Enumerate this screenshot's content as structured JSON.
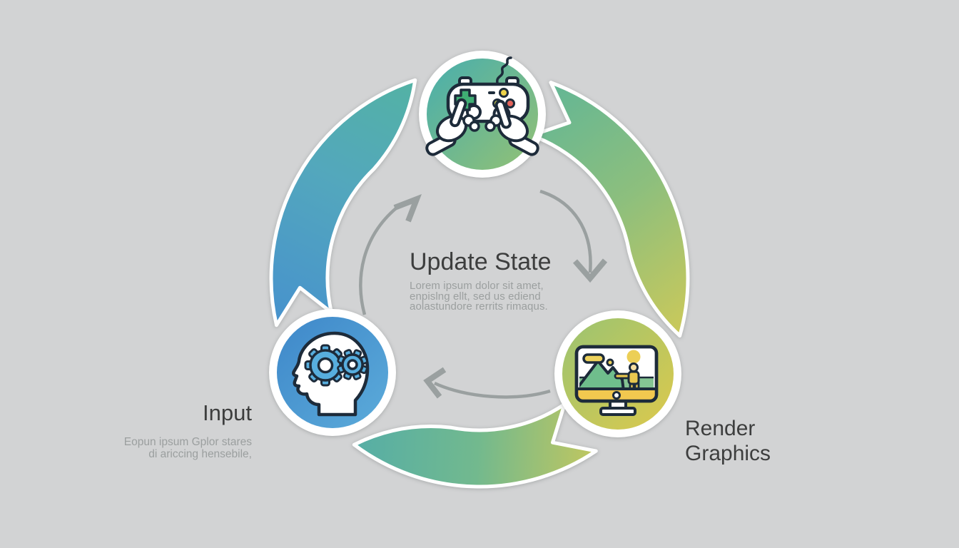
{
  "center": {
    "title": "Update State",
    "line1": "Lorem ipsum dolor sit amet,",
    "line2": "enpislng ellt, sed us ediend",
    "line3": "aolastundore rerrits rimaqus."
  },
  "input": {
    "title": "Input",
    "line1": "Eopun ipsum Gplor stares",
    "line2": "di ariccing hensebile,"
  },
  "render": {
    "title": "Render Graphics"
  },
  "icons": {
    "top_node": "game-controller-icon",
    "left_node": "brain-gears-icon",
    "right_node": "monitor-graphics-icon",
    "flow": "clockwise-rotation-arrows"
  },
  "colors": {
    "background": "#d2d3d4",
    "ring_blue": "#4792cd",
    "ring_teal": "#55b1a3",
    "ring_green": "#8abf7a",
    "ring_yellow": "#cbc95a",
    "node_blue": "#4a97d3",
    "node_teal_green": "#6cb890",
    "node_yellow_green": "#c3c75f",
    "icon_outline": "#1d2b3a",
    "accent_green": "#3fae74",
    "accent_yellow": "#edd25c",
    "accent_red": "#e2635a",
    "gear_blue": "#57aede",
    "arrow_gray": "#9aa0a0",
    "text_dark": "#3d3e3e",
    "text_gray": "#9b9f9f"
  }
}
